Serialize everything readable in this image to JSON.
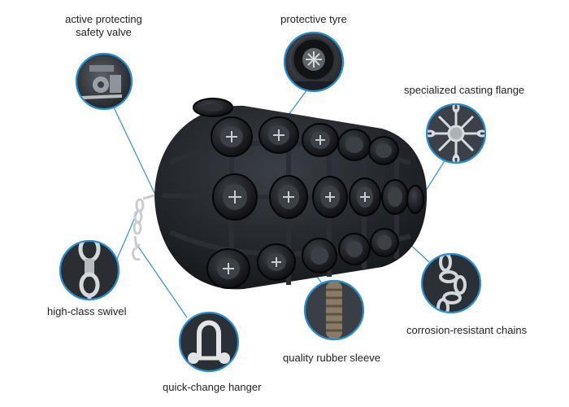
{
  "colors": {
    "leader_line": "#3f96d3",
    "callout_border": "#2a8fd0",
    "rubber": "#1f2227",
    "tyre": "#111316",
    "chain": "#c9ccd0"
  },
  "callouts": [
    {
      "id": "valve",
      "label": "active protecting\nsafety valve",
      "icon": "valve-icon"
    },
    {
      "id": "tyre",
      "label": "protective tyre",
      "icon": "tyre-icon"
    },
    {
      "id": "flange",
      "label": "specialized casting flange",
      "icon": "flange-icon"
    },
    {
      "id": "swivel",
      "label": "high-class swivel",
      "icon": "swivel-icon"
    },
    {
      "id": "chains",
      "label": "corrosion-resistant chains",
      "icon": "chain-icon"
    },
    {
      "id": "sleeve",
      "label": "quality rubber sleeve",
      "icon": "sleeve-icon"
    },
    {
      "id": "hanger",
      "label": "quick-change hanger",
      "icon": "shackle-icon"
    }
  ]
}
